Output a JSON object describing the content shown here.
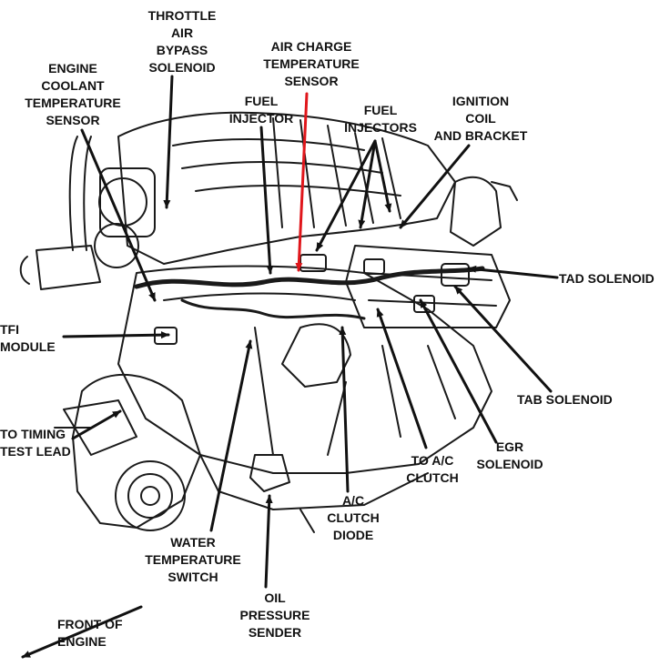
{
  "labels": {
    "throttle_air_bypass": "THROTTLE\nAIR\nBYPASS\nSOLENOID",
    "air_charge_temp": "AIR CHARGE\nTEMPERATURE\nSENSOR",
    "engine_coolant_temp": "ENGINE\nCOOLANT\nTEMPERATURE\nSENSOR",
    "fuel_injector": "FUEL\nINJECTOR",
    "fuel_injectors": "FUEL\nINJECTORS",
    "ignition_coil": "IGNITION\nCOIL\nAND BRACKET",
    "tad_solenoid": "TAD SOLENOID",
    "tfi_module": "TFI\nMODULE",
    "tab_solenoid": "TAB SOLENOID",
    "to_timing": "TO TIMING\nTEST LEAD",
    "egr_solenoid": "EGR\nSOLENOID",
    "to_ac_clutch": "TO A/C\nCLUTCH",
    "ac_clutch_diode": "A/C\nCLUTCH\nDIODE",
    "water_temp_switch": "WATER\nTEMPERATURE\nSWITCH",
    "oil_pressure_sender": "OIL\nPRESSURE\nSENDER",
    "front_of_engine": "FRONT OF\nENGINE"
  },
  "colors": {
    "ink": "#111111",
    "highlight_arrow": "#e0161b"
  }
}
